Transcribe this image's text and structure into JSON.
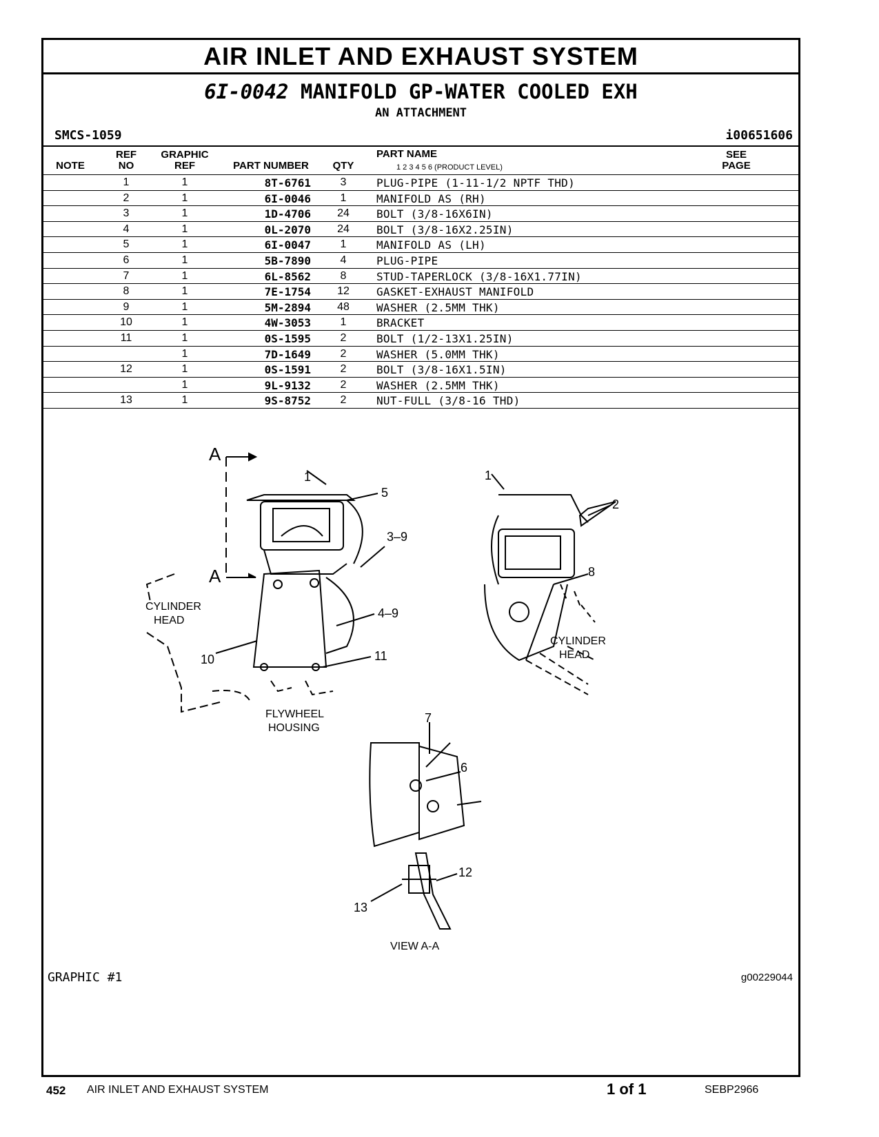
{
  "header": {
    "title": "AIR INLET AND EXHAUST SYSTEM",
    "part_number": "6I-0042",
    "part_desc": "MANIFOLD GP-WATER COOLED EXH",
    "attachment": "AN ATTACHMENT",
    "smcs": "SMCS-1059",
    "illustration_id": "i00651606"
  },
  "columns": {
    "note": "NOTE",
    "ref_no_1": "REF",
    "ref_no_2": "NO",
    "graphic_ref_1": "GRAPHIC",
    "graphic_ref_2": "REF",
    "part_number": "PART NUMBER",
    "qty": "QTY",
    "part_name": "PART NAME",
    "product_level": "1   2   3   4   5   6   (PRODUCT LEVEL)",
    "see_page_1": "SEE",
    "see_page_2": "PAGE"
  },
  "parts": [
    {
      "ref": "1",
      "gref": "1",
      "pn": "8T-6761",
      "qty": "3",
      "name": "PLUG-PIPE (1-11-1/2 NPTF THD)"
    },
    {
      "ref": "2",
      "gref": "1",
      "pn": "6I-0046",
      "qty": "1",
      "name": "MANIFOLD AS (RH)"
    },
    {
      "ref": "3",
      "gref": "1",
      "pn": "1D-4706",
      "qty": "24",
      "name": "BOLT (3/8-16X6IN)"
    },
    {
      "ref": "4",
      "gref": "1",
      "pn": "0L-2070",
      "qty": "24",
      "name": "BOLT (3/8-16X2.25IN)"
    },
    {
      "ref": "5",
      "gref": "1",
      "pn": "6I-0047",
      "qty": "1",
      "name": "MANIFOLD AS (LH)"
    },
    {
      "ref": "6",
      "gref": "1",
      "pn": "5B-7890",
      "qty": "4",
      "name": "PLUG-PIPE"
    },
    {
      "ref": "7",
      "gref": "1",
      "pn": "6L-8562",
      "qty": "8",
      "name": "STUD-TAPERLOCK (3/8-16X1.77IN)"
    },
    {
      "ref": "8",
      "gref": "1",
      "pn": "7E-1754",
      "qty": "12",
      "name": "GASKET-EXHAUST MANIFOLD"
    },
    {
      "ref": "9",
      "gref": "1",
      "pn": "5M-2894",
      "qty": "48",
      "name": "WASHER (2.5MM THK)"
    },
    {
      "ref": "10",
      "gref": "1",
      "pn": "4W-3053",
      "qty": "1",
      "name": "BRACKET"
    },
    {
      "ref": "11",
      "gref": "1",
      "pn": "0S-1595",
      "qty": "2",
      "name": "BOLT (1/2-13X1.25IN)"
    },
    {
      "ref": "",
      "gref": "1",
      "pn": "7D-1649",
      "qty": "2",
      "name": "WASHER (5.0MM THK)"
    },
    {
      "ref": "12",
      "gref": "1",
      "pn": "0S-1591",
      "qty": "2",
      "name": "BOLT (3/8-16X1.5IN)"
    },
    {
      "ref": "",
      "gref": "1",
      "pn": "9L-9132",
      "qty": "2",
      "name": "WASHER (2.5MM THK)"
    },
    {
      "ref": "13",
      "gref": "1",
      "pn": "9S-8752",
      "qty": "2",
      "name": "NUT-FULL (3/8-16 THD)"
    }
  ],
  "drawing": {
    "section_a": "A",
    "cylinder_head_1": "CYLINDER",
    "cylinder_head_2": "HEAD",
    "flywheel_1": "FLYWHEEL",
    "flywheel_2": "HOUSING",
    "view_label": "VIEW A-A",
    "callouts": [
      "1",
      "5",
      "3–9",
      "4–9",
      "11",
      "10",
      "1",
      "2",
      "8",
      "7",
      "6",
      "12",
      "13"
    ]
  },
  "graphic_label": "GRAPHIC #1",
  "graphic_id": "g00229044",
  "footer": {
    "page": "452",
    "section": "AIR INLET AND EXHAUST SYSTEM",
    "page_count": "1 of 1",
    "doc": "SEBP2966"
  }
}
